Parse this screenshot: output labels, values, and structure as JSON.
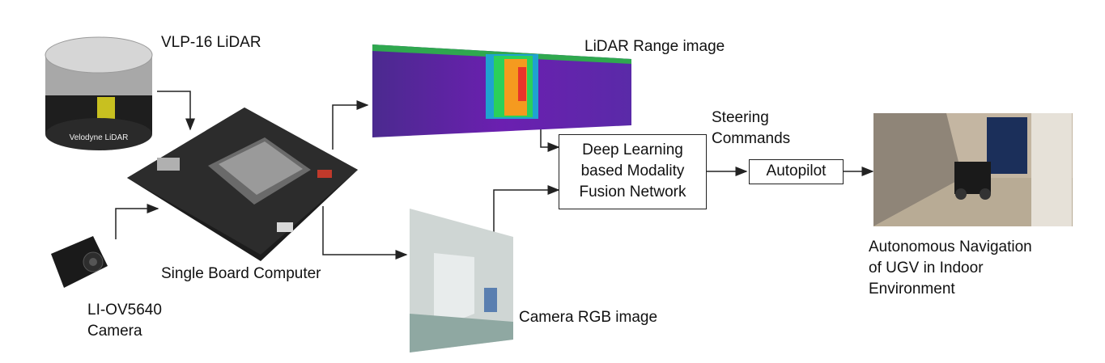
{
  "labels": {
    "lidar_sensor": "VLP-16 LiDAR",
    "lidar_brand": "Velodyne LiDAR",
    "camera_sensor": "LI-OV5640\nCamera",
    "board": "Single Board Computer",
    "range_image": "LiDAR Range image",
    "rgb_image": "Camera RGB image",
    "steering": "Steering\nCommands",
    "ugv": "Autonomous Navigation\nof UGV in Indoor\nEnvironment"
  },
  "boxes": {
    "fusion": "Deep Learning\nbased Modality\nFusion Network",
    "autopilot": "Autopilot"
  },
  "colors": {
    "arrow": "#222222",
    "range_bg": "#5a2aa8",
    "range_hot": "#f59a1f"
  }
}
